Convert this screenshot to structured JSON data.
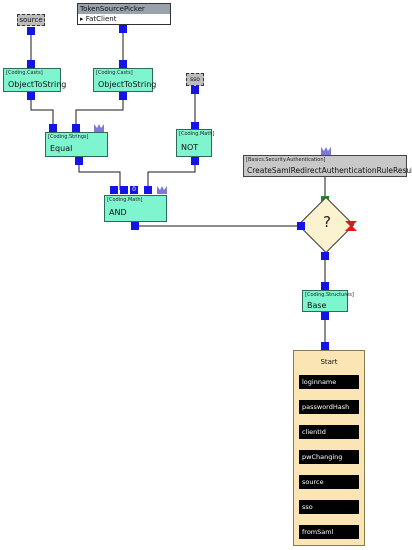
{
  "inputs": {
    "source": "source",
    "sso": "sso"
  },
  "picker": {
    "title": "TokenSourcePicker",
    "value": "FatClient"
  },
  "nodes": {
    "object_to_string_1": {
      "category": "[Coding.Casts]",
      "label": "ObjectToString"
    },
    "object_to_string_2": {
      "category": "[Coding.Casts]",
      "label": "ObjectToString"
    },
    "equal": {
      "category": "[Coding.Strings]",
      "label": "Equal"
    },
    "not": {
      "category": "[Coding.Math]",
      "label": "NOT"
    },
    "and": {
      "category": "[Coding.Math]",
      "label": "AND",
      "port_label": "0"
    },
    "create_result": {
      "category": "[Basics.Security.Authentication]",
      "label": "CreateSamlRedirectAuthenticationRuleResult"
    },
    "condition": {
      "label": "?"
    },
    "base": {
      "category": "[Coding.Structures]",
      "label": "Base"
    }
  },
  "start": {
    "title": "Start",
    "fields": [
      "loginname",
      "passwordHash",
      "clientId",
      "pwChanging",
      "source",
      "sso",
      "fromSaml"
    ]
  },
  "colors": {
    "node_fill": "#7ff5cf",
    "port": "#1414e6",
    "true_port": "#1f8a1f",
    "false_port": "#e01818",
    "start_fill": "#fbe5b4"
  }
}
